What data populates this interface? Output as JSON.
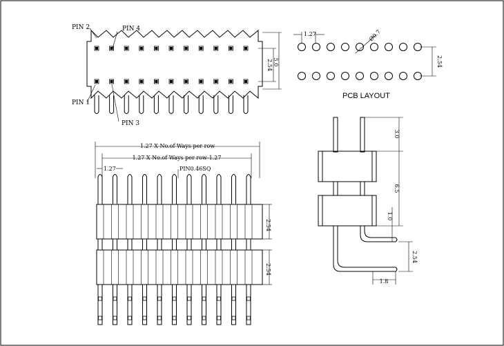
{
  "top_view": {
    "pin2_label": "PIN 2",
    "pin4_label": "PIN 4",
    "pin1_label": "PIN 1",
    "pin3_label": "PIN 3",
    "dim_pitch_v": "2.54",
    "dim_width": "5.0"
  },
  "pcb": {
    "title": "PCB LAYOUT",
    "dim_pitch_h": "1.27",
    "dim_hole": "Ø0.7",
    "dim_row": "2.54"
  },
  "front_view": {
    "dim_total": "1.27 X No.of Ways per row",
    "dim_inner": "1.27 X No.of Ways per row-1.27",
    "dim_pitch": "1.27",
    "dim_pin": "PIN0.46SQ",
    "dim_body1": "2.54",
    "dim_body2": "2.54"
  },
  "side_view": {
    "dim_top": "3.0",
    "dim_mid": "6.5",
    "dim_tail": "1.0",
    "dim_row": "2.54",
    "dim_tail_len": "1.8"
  }
}
